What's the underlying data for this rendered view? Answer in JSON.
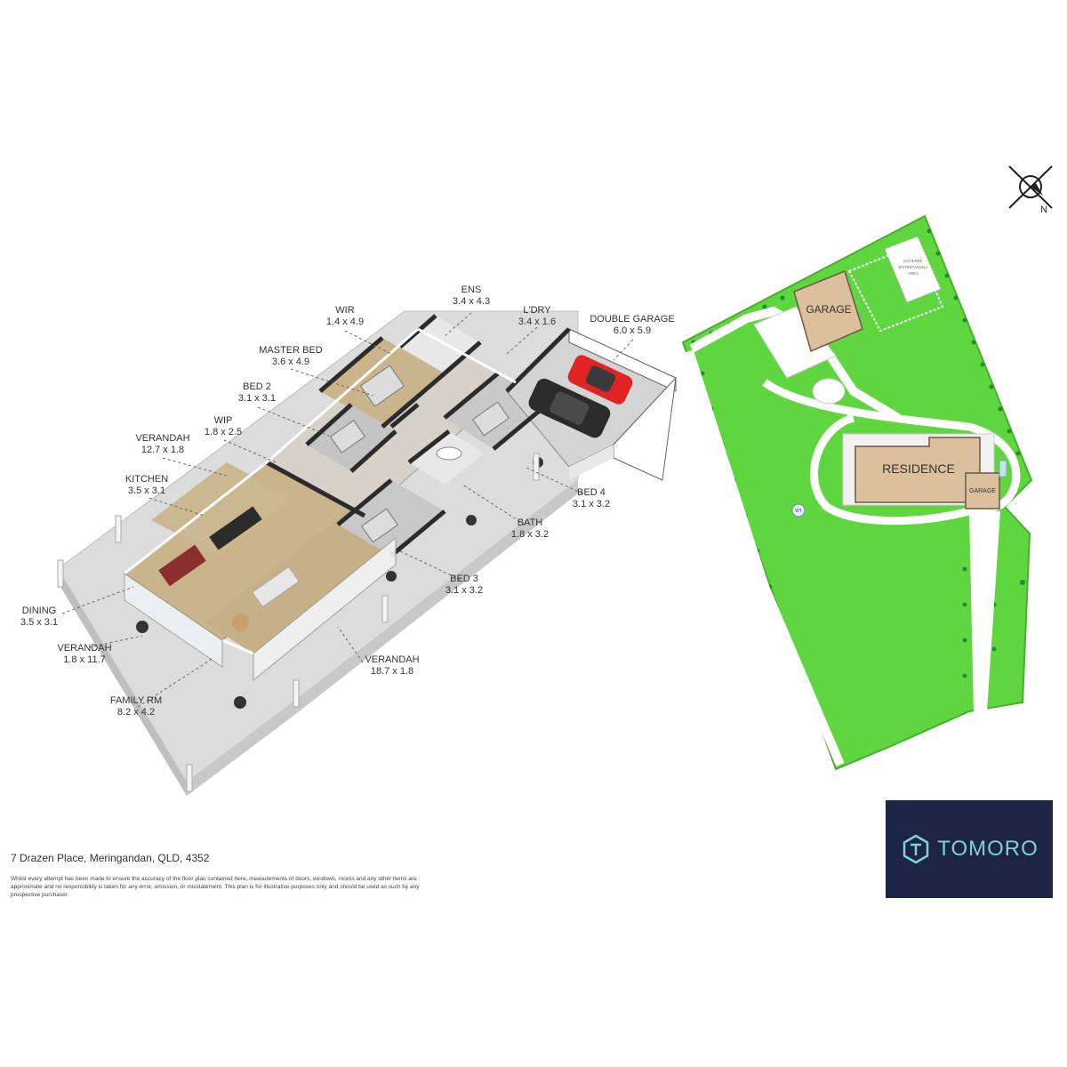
{
  "rooms": [
    {
      "id": "ens",
      "name": "ENS",
      "dims": "3.4 x 4.3"
    },
    {
      "id": "wir",
      "name": "WIR",
      "dims": "1.4 x 4.9"
    },
    {
      "id": "ldry",
      "name": "L'DRY",
      "dims": "3.4 x 1.6"
    },
    {
      "id": "double-garage",
      "name": "DOUBLE GARAGE",
      "dims": "6.0 x 5.9"
    },
    {
      "id": "master-bed",
      "name": "MASTER BED",
      "dims": "3.6 x 4.9"
    },
    {
      "id": "bed-2",
      "name": "BED 2",
      "dims": "3.1 x 3.1"
    },
    {
      "id": "wip",
      "name": "WIP",
      "dims": "1.8 x 2.5"
    },
    {
      "id": "verandah-top",
      "name": "VERANDAH",
      "dims": "12.7 x 1.8"
    },
    {
      "id": "kitchen",
      "name": "KITCHEN",
      "dims": "3.5 x 3.1"
    },
    {
      "id": "bed-4",
      "name": "BED 4",
      "dims": "3.1 x 3.2"
    },
    {
      "id": "bath",
      "name": "BATH",
      "dims": "1.8 x 3.2"
    },
    {
      "id": "bed-3",
      "name": "BED 3",
      "dims": "3.1 x 3.2"
    },
    {
      "id": "dining",
      "name": "DINING",
      "dims": "3.5 x 3.1"
    },
    {
      "id": "verandah-left",
      "name": "VERANDAH",
      "dims": "1.8 x 11.7"
    },
    {
      "id": "verandah-front",
      "name": "VERANDAH",
      "dims": "18.7 x 1.8"
    },
    {
      "id": "family-rm",
      "name": "FAMILY RM",
      "dims": "8.2 x 4.2"
    }
  ],
  "site": {
    "garage_label": "GARAGE",
    "residence_label": "RESIDENCE",
    "small_garage_label": "GARAGE",
    "entertaining_label_1": "COVERED",
    "entertaining_label_2": "ENTERTAINING",
    "entertaining_label_3": "AREA",
    "water_tank_label": "WT"
  },
  "compass": {
    "north_label": "N"
  },
  "address": "7 Drazen Place, Meringandan, QLD, 4352",
  "disclaimer": "Whilst every attempt has been made to ensure the accuracy of the floor plan contained here, measurements of doors, windows, rooms and any other items are approximate and no responsibility is taken for any error, omission, or misstatement. This plan is for illustrative purposes only and should be used as such by any prospective purchaser.",
  "logo": {
    "text": "TOMORO",
    "icon": "tomoro-hexagon-icon"
  },
  "colors": {
    "lawn": "#5fd63f",
    "building": "#dcbf9c",
    "verandah": "#d9d9d9",
    "floor_timber": "#c9b48c",
    "logo_bg": "#1e2446",
    "logo_fg": "#7fd0d8"
  }
}
